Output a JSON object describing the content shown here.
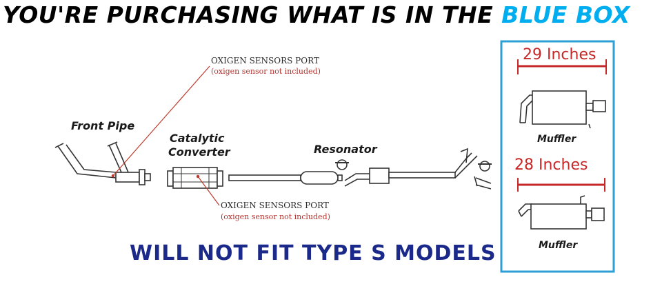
{
  "header": {
    "prefix": "YOU'RE PURCHASING WHAT IS IN THE",
    "highlight": "BLUE BOX",
    "highlight_color": "#00aeef"
  },
  "footer": {
    "note": "WILL NOT FIT TYPE S MODELS",
    "note_color": "#1b2a8a"
  },
  "diagram": {
    "parts": {
      "front_pipe": "Front Pipe",
      "catalytic_line1": "Catalytic",
      "catalytic_line2": "Converter",
      "resonator": "Resonator"
    },
    "sensor_ports": [
      {
        "title": "OXIGEN SENSORS PORT",
        "note": "(oxigen sensor not included)"
      },
      {
        "title": "OXIGEN SENSORS PORT",
        "note": "(oxigen sensor not included)"
      }
    ],
    "blue_box": {
      "border_color": "#2e9fd6",
      "items": [
        {
          "length": "29 Inches",
          "name": "Muffler"
        },
        {
          "length": "28 Inches",
          "name": "Muffler"
        }
      ]
    }
  }
}
